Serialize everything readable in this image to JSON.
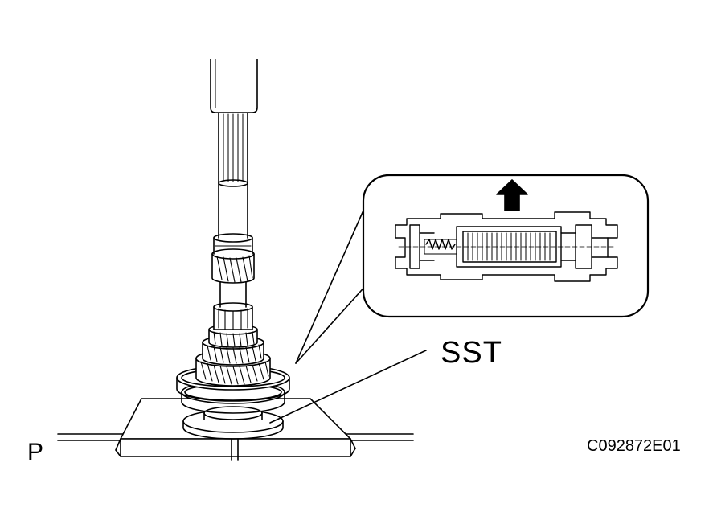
{
  "labels": {
    "sst": "SST",
    "p": "P",
    "figure_code": "C092872E01"
  },
  "icons": {
    "arrow": "up-arrow-icon"
  },
  "colors": {
    "ink": "#000000",
    "paper": "#ffffff"
  }
}
